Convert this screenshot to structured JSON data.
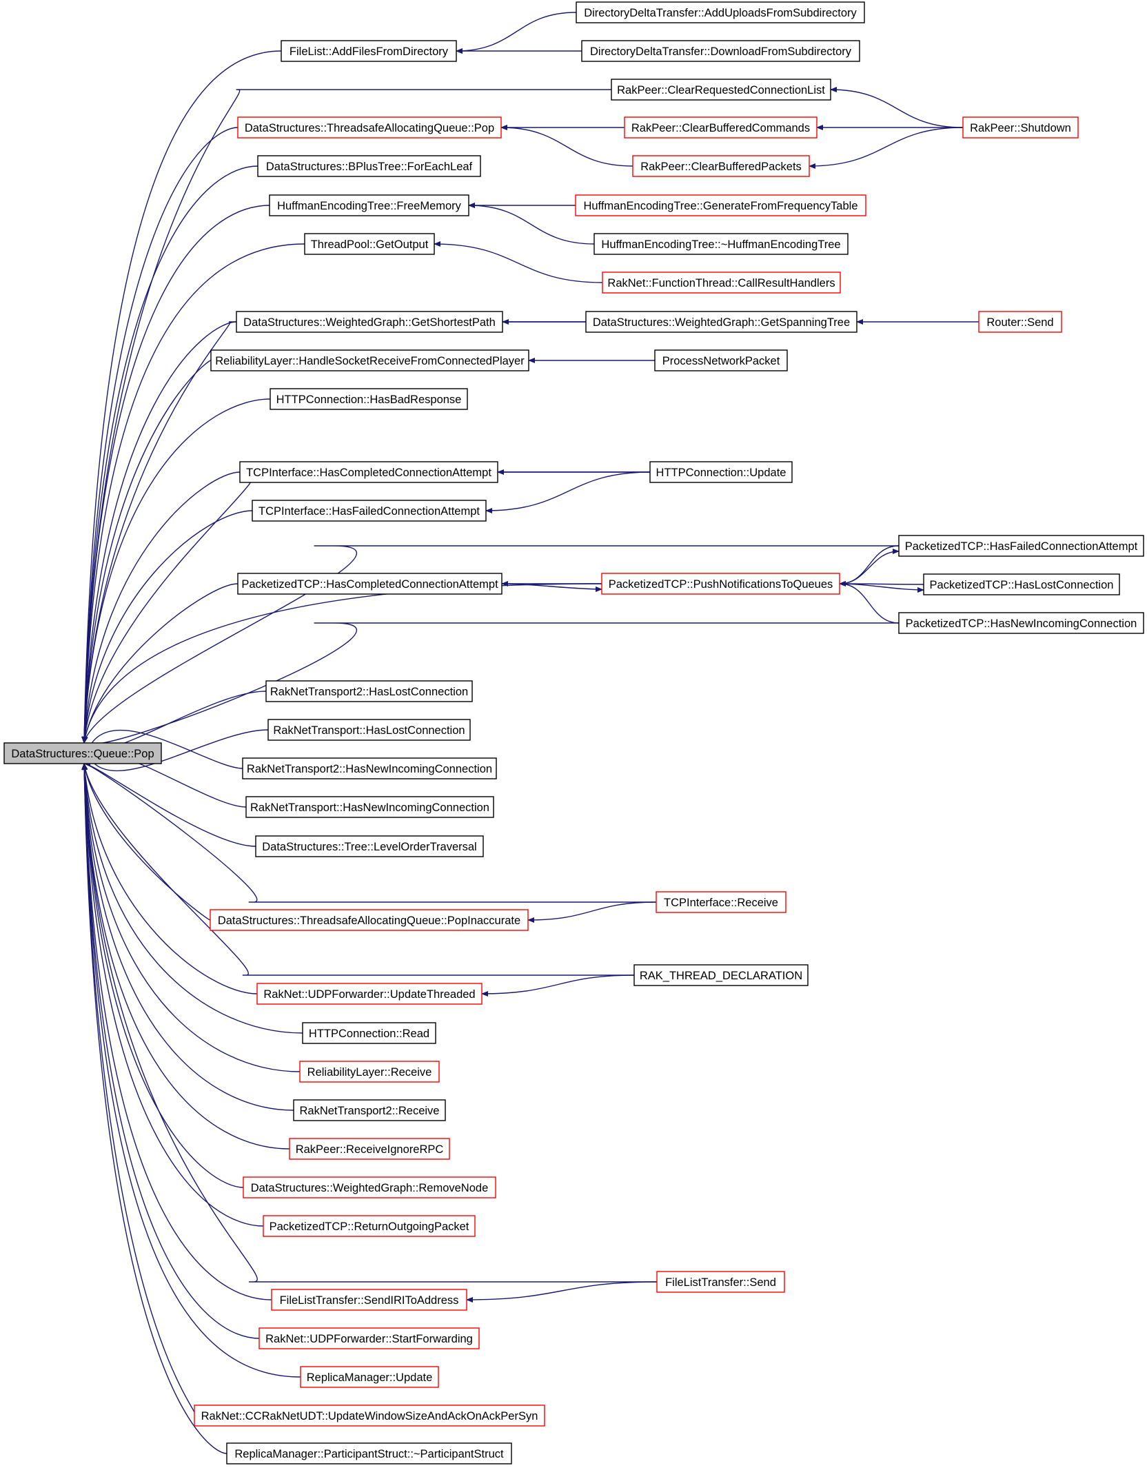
{
  "colors": {
    "edge": "#191970",
    "truncated_border": "#ff0000",
    "root_fill": "#bfbfbf"
  },
  "nodes": [
    {
      "id": "root",
      "label": "DataStructures::Queue::Pop",
      "root": true
    },
    {
      "id": "n1",
      "label": "DirectoryDeltaTransfer::AddUploadsFromSubdirectory"
    },
    {
      "id": "n2",
      "label": "FileList::AddFilesFromDirectory"
    },
    {
      "id": "n3",
      "label": "DirectoryDeltaTransfer::DownloadFromSubdirectory"
    },
    {
      "id": "n4",
      "label": "RakPeer::ClearRequestedConnectionList"
    },
    {
      "id": "n5",
      "label": "DataStructures::ThreadsafeAllocatingQueue::Pop",
      "truncated": true
    },
    {
      "id": "n6",
      "label": "RakPeer::ClearBufferedCommands",
      "truncated": true
    },
    {
      "id": "n7",
      "label": "RakPeer::Shutdown",
      "truncated": true
    },
    {
      "id": "n8",
      "label": "RakPeer::ClearBufferedPackets",
      "truncated": true
    },
    {
      "id": "n9",
      "label": "DataStructures::BPlusTree::ForEachLeaf"
    },
    {
      "id": "n10",
      "label": "HuffmanEncodingTree::FreeMemory"
    },
    {
      "id": "n11",
      "label": "HuffmanEncodingTree::GenerateFromFrequencyTable",
      "truncated": true
    },
    {
      "id": "n12",
      "label": "HuffmanEncodingTree::~HuffmanEncodingTree"
    },
    {
      "id": "n13",
      "label": "ThreadPool::GetOutput"
    },
    {
      "id": "n14",
      "label": "RakNet::FunctionThread::CallResultHandlers",
      "truncated": true
    },
    {
      "id": "n15",
      "label": "DataStructures::WeightedGraph::GetShortestPath"
    },
    {
      "id": "n16",
      "label": "DataStructures::WeightedGraph::GetSpanningTree"
    },
    {
      "id": "n17",
      "label": "Router::Send",
      "truncated": true
    },
    {
      "id": "n18",
      "label": "ReliabilityLayer::HandleSocketReceiveFromConnectedPlayer"
    },
    {
      "id": "n19",
      "label": "ProcessNetworkPacket"
    },
    {
      "id": "n20",
      "label": "HTTPConnection::HasBadResponse"
    },
    {
      "id": "n21",
      "label": "TCPInterface::HasCompletedConnectionAttempt"
    },
    {
      "id": "n22",
      "label": "HTTPConnection::Update"
    },
    {
      "id": "n23",
      "label": "TCPInterface::HasFailedConnectionAttempt"
    },
    {
      "id": "n24",
      "label": "PacketizedTCP::HasFailedConnectionAttempt"
    },
    {
      "id": "n25",
      "label": "PacketizedTCP::HasCompletedConnectionAttempt"
    },
    {
      "id": "n26",
      "label": "PacketizedTCP::PushNotificationsToQueues",
      "truncated": true
    },
    {
      "id": "n27",
      "label": "PacketizedTCP::HasLostConnection"
    },
    {
      "id": "n28",
      "label": "PacketizedTCP::HasNewIncomingConnection"
    },
    {
      "id": "n29",
      "label": "RakNetTransport2::HasLostConnection"
    },
    {
      "id": "n30",
      "label": "RakNetTransport::HasLostConnection"
    },
    {
      "id": "n31",
      "label": "RakNetTransport2::HasNewIncomingConnection"
    },
    {
      "id": "n32",
      "label": "RakNetTransport::HasNewIncomingConnection"
    },
    {
      "id": "n33",
      "label": "DataStructures::Tree::LevelOrderTraversal"
    },
    {
      "id": "n34",
      "label": "TCPInterface::Receive",
      "truncated": true
    },
    {
      "id": "n35",
      "label": "DataStructures::ThreadsafeAllocatingQueue::PopInaccurate",
      "truncated": true
    },
    {
      "id": "n36",
      "label": "RAK_THREAD_DECLARATION"
    },
    {
      "id": "n37",
      "label": "RakNet::UDPForwarder::UpdateThreaded",
      "truncated": true
    },
    {
      "id": "n38",
      "label": "HTTPConnection::Read"
    },
    {
      "id": "n39",
      "label": "ReliabilityLayer::Receive",
      "truncated": true
    },
    {
      "id": "n40",
      "label": "RakNetTransport2::Receive"
    },
    {
      "id": "n41",
      "label": "RakPeer::ReceiveIgnoreRPC",
      "truncated": true
    },
    {
      "id": "n42",
      "label": "DataStructures::WeightedGraph::RemoveNode",
      "truncated": true
    },
    {
      "id": "n43",
      "label": "PacketizedTCP::ReturnOutgoingPacket",
      "truncated": true
    },
    {
      "id": "n44",
      "label": "FileListTransfer::Send",
      "truncated": true
    },
    {
      "id": "n45",
      "label": "FileListTransfer::SendIRIToAddress",
      "truncated": true
    },
    {
      "id": "n46",
      "label": "RakNet::UDPForwarder::StartForwarding",
      "truncated": true
    },
    {
      "id": "n47",
      "label": "ReplicaManager::Update",
      "truncated": true
    },
    {
      "id": "n48",
      "label": "RakNet::CCRakNetUDT::UpdateWindowSizeAndAckOnAckPerSyn",
      "truncated": true
    },
    {
      "id": "n49",
      "label": "ReplicaManager::ParticipantStruct::~ParticipantStruct"
    }
  ],
  "edges": [
    [
      "n2",
      "root"
    ],
    [
      "n4",
      "root"
    ],
    [
      "n5",
      "root"
    ],
    [
      "n9",
      "root"
    ],
    [
      "n10",
      "root"
    ],
    [
      "n13",
      "root"
    ],
    [
      "n16",
      "root"
    ],
    [
      "n15",
      "root"
    ],
    [
      "n18",
      "root"
    ],
    [
      "n20",
      "root"
    ],
    [
      "n22",
      "root"
    ],
    [
      "n21",
      "root"
    ],
    [
      "n23",
      "root"
    ],
    [
      "n24",
      "root"
    ],
    [
      "n25",
      "root"
    ],
    [
      "n28",
      "root"
    ],
    [
      "n26",
      "root"
    ],
    [
      "n29",
      "root"
    ],
    [
      "n30",
      "root"
    ],
    [
      "n31",
      "root"
    ],
    [
      "n32",
      "root"
    ],
    [
      "n33",
      "root"
    ],
    [
      "n34",
      "root"
    ],
    [
      "n35",
      "root"
    ],
    [
      "n36",
      "root"
    ],
    [
      "n37",
      "root"
    ],
    [
      "n38",
      "root"
    ],
    [
      "n39",
      "root"
    ],
    [
      "n40",
      "root"
    ],
    [
      "n41",
      "root"
    ],
    [
      "n42",
      "root"
    ],
    [
      "n43",
      "root"
    ],
    [
      "n44",
      "root"
    ],
    [
      "n45",
      "root"
    ],
    [
      "n46",
      "root"
    ],
    [
      "n47",
      "root"
    ],
    [
      "n48",
      "root"
    ],
    [
      "n49",
      "root"
    ],
    [
      "n1",
      "n2"
    ],
    [
      "n3",
      "n2"
    ],
    [
      "n7",
      "n4"
    ],
    [
      "n6",
      "n5"
    ],
    [
      "n8",
      "n5"
    ],
    [
      "n7",
      "n6"
    ],
    [
      "n7",
      "n8"
    ],
    [
      "n11",
      "n10"
    ],
    [
      "n12",
      "n10"
    ],
    [
      "n14",
      "n13"
    ],
    [
      "n16",
      "n15"
    ],
    [
      "n17",
      "n16"
    ],
    [
      "n19",
      "n18"
    ],
    [
      "n22",
      "n21"
    ],
    [
      "n22",
      "n23"
    ],
    [
      "n26",
      "n25"
    ],
    [
      "n25",
      "n26"
    ],
    [
      "n24",
      "n26"
    ],
    [
      "n27",
      "n26"
    ],
    [
      "n28",
      "n26"
    ],
    [
      "n26",
      "n24"
    ],
    [
      "n26",
      "n27"
    ],
    [
      "n34",
      "n35"
    ],
    [
      "n36",
      "n37"
    ],
    [
      "n44",
      "n45"
    ]
  ]
}
